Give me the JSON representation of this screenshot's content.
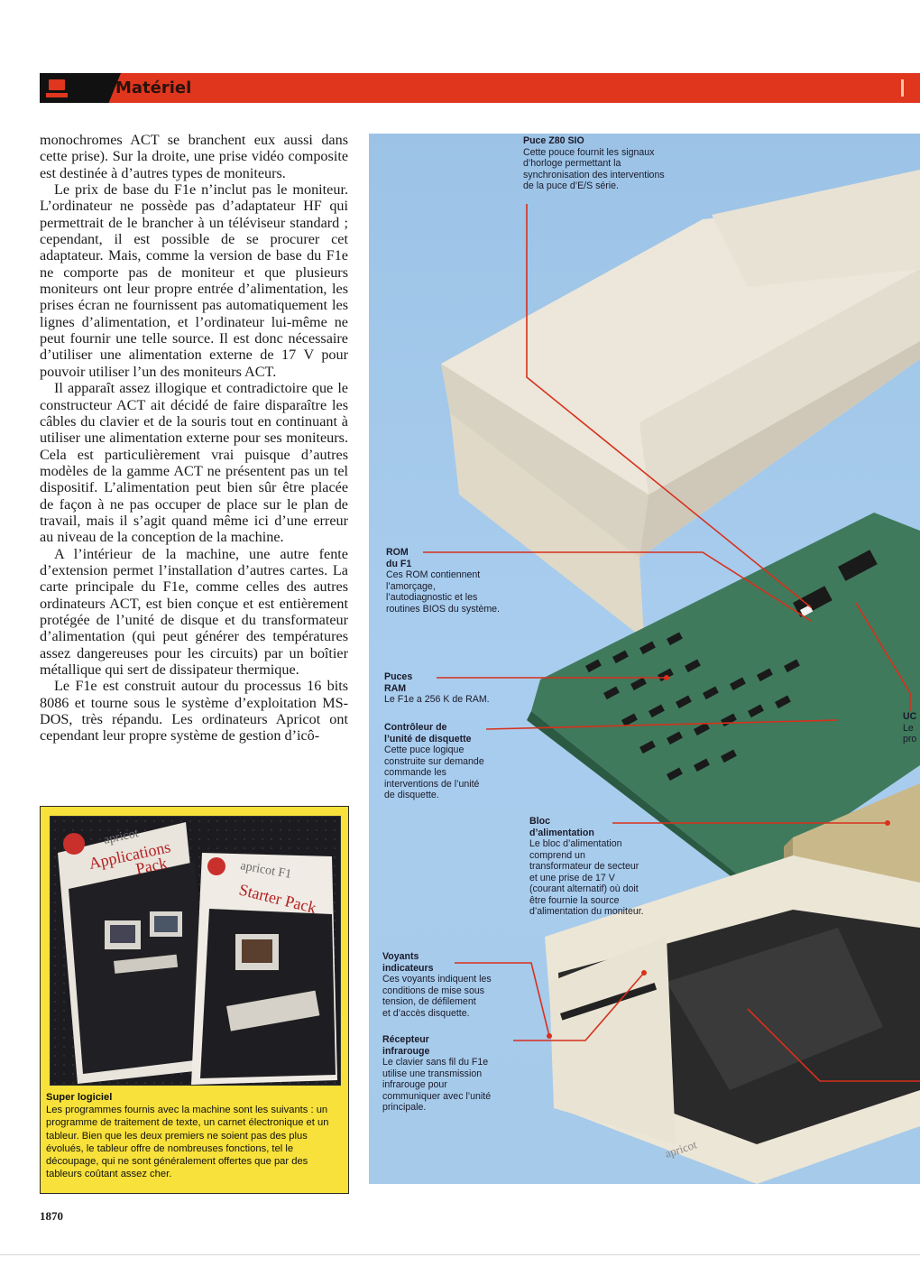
{
  "header": {
    "section": "Matériel",
    "icon": "computer-icon"
  },
  "body_text": {
    "paragraphs": [
      "monochromes ACT se branchent eux aussi dans cette prise). Sur la droite, une prise vidéo composite est destinée à d’autres types de moniteurs.",
      "Le prix de base du F1e n’inclut pas le moniteur. L’ordinateur ne possède pas d’adaptateur HF qui permettrait de le brancher à un téléviseur standard ; cependant, il est possible de se procurer cet adaptateur. Mais, comme la version de base du F1e ne comporte pas de moniteur et que plusieurs moniteurs ont leur propre entrée d’alimentation, les prises écran ne fournissent pas automatiquement les lignes d’alimentation, et l’ordinateur lui-même ne peut fournir une telle source. Il est donc nécessaire d’utiliser une alimentation externe de 17 V pour pouvoir utiliser l’un des moniteurs ACT.",
      "Il apparaît assez illogique et contradictoire que le constructeur ACT ait décidé de faire disparaître les câbles du clavier et de la souris tout en continuant à utiliser une alimentation externe pour ses moniteurs. Cela est particulièrement vrai puisque d’autres modèles de la gamme ACT ne présentent pas un tel dispositif. L’alimentation peut bien sûr être placée de façon à ne pas occuper de place sur le plan de travail, mais il s’agit quand même ici d’une erreur au niveau de la conception de la machine.",
      "A l’intérieur de la machine, une autre fente d’extension permet l’installation d’autres cartes. La carte principale du F1e, comme celles des autres ordinateurs ACT, est bien conçue et est entièrement protégée de l’unité de disque et du transformateur d’alimentation (qui peut générer des températures assez dangereuses pour les circuits) par un boîtier métallique qui sert de dissipateur thermique.",
      "Le F1e est construit autour du processus 16 bits 8086 et tourne sous le système d’exploitation MS-DOS, très répandu. Les ordinateurs Apricot ont cependant leur propre système de gestion d’icô-"
    ]
  },
  "sidebar_box": {
    "photo": {
      "left_book": {
        "brand": "apricot",
        "title_line1": "Applications",
        "title_line2": "Pack"
      },
      "right_book": {
        "brand": "apricot F1",
        "title_line1": "Starter Pack"
      }
    },
    "caption_title": "Super logiciel",
    "caption_text": "Les programmes fournis avec la machine sont les suivants : un programme de traitement de texte, un carnet électronique et un tableur. Bien que les deux premiers ne soient pas des plus évolués, le tableur offre de nombreuses fonctions, tel le découpage, qui ne sont généralement offertes que par des tableurs coûtant assez cher."
  },
  "page_number": "1870",
  "illustration": {
    "case_label": "apricot",
    "callouts": [
      {
        "id": "z80",
        "title": "Puce Z80 SIO",
        "body": "Cette pouce fournit les signaux\nd’horloge permettant la\nsynchronisation des interventions\nde la puce d’E/S série."
      },
      {
        "id": "rom",
        "title": "ROM\ndu F1",
        "body": "Ces ROM contiennent\nl’amorçage,\nl’autodiagnostic et les\nroutines BIOS du système."
      },
      {
        "id": "ram",
        "title": "Puces\nRAM",
        "body": "Le F1e a 256 K de RAM."
      },
      {
        "id": "fdc",
        "title": "Contrôleur de\nl’unité de disquette",
        "body": "Cette puce logique\nconstruite sur demande\ncommande les\ninterventions de l’unité\nde disquette."
      },
      {
        "id": "psu",
        "title": "Bloc\nd’alimentation",
        "body": "Le bloc d’alimentation\ncomprend un\ntransformateur de secteur\net une prise de 17 V\n(courant alternatif) où doit\nêtre fournie la source\nd’alimentation du moniteur."
      },
      {
        "id": "leds",
        "title": "Voyants\nindicateurs",
        "body": "Ces voyants indiquent les\nconditions de mise sous\ntension, de défilement\net d’accès disquette."
      },
      {
        "id": "ir",
        "title": "Récepteur\ninfrarouge",
        "body": "Le clavier sans fil du F1e\nutilise une transmission\ninfrarouge pour\ncommuniquer avec l’unité\nprincipale."
      },
      {
        "id": "cpu",
        "title": "UC",
        "body": "Le\npro"
      }
    ]
  }
}
